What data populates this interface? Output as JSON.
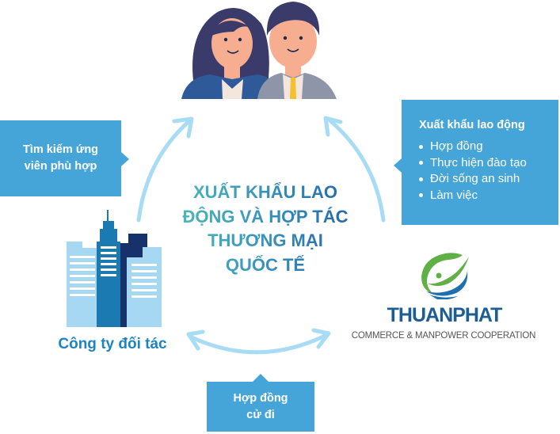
{
  "center": {
    "title_lines": [
      "XUẤT KHẨU LAO",
      "ĐỘNG VÀ HỢP TÁC",
      "THƯƠNG MẠI",
      "QUỐC TẾ"
    ]
  },
  "top": {
    "illustration": "two-business-people-icon"
  },
  "left_box": {
    "lines": [
      "Tìm kiếm ứng",
      "viên phù hợp"
    ]
  },
  "right_box": {
    "title": "Xuất khẩu lao động",
    "items": [
      "Hợp đồng",
      "Thực hiện đào tạo",
      "Đời sống an sinh",
      "Làm việc"
    ]
  },
  "bottom_box": {
    "lines": [
      "Hợp đồng",
      "cử đi"
    ]
  },
  "partner": {
    "label": "Công ty đối tác",
    "icon": "office-buildings-icon"
  },
  "logo": {
    "name": "THUANPHAT",
    "tagline": "COMMERCE & MANPOWER COOPERATION"
  },
  "colors": {
    "box_bg": "#45a5d8",
    "arrow": "#a8dcf5",
    "title_start": "#4bbfb8",
    "title_end": "#1f5fa8",
    "partner_label": "#1d84c4",
    "logo_name": "#1c5d94"
  }
}
